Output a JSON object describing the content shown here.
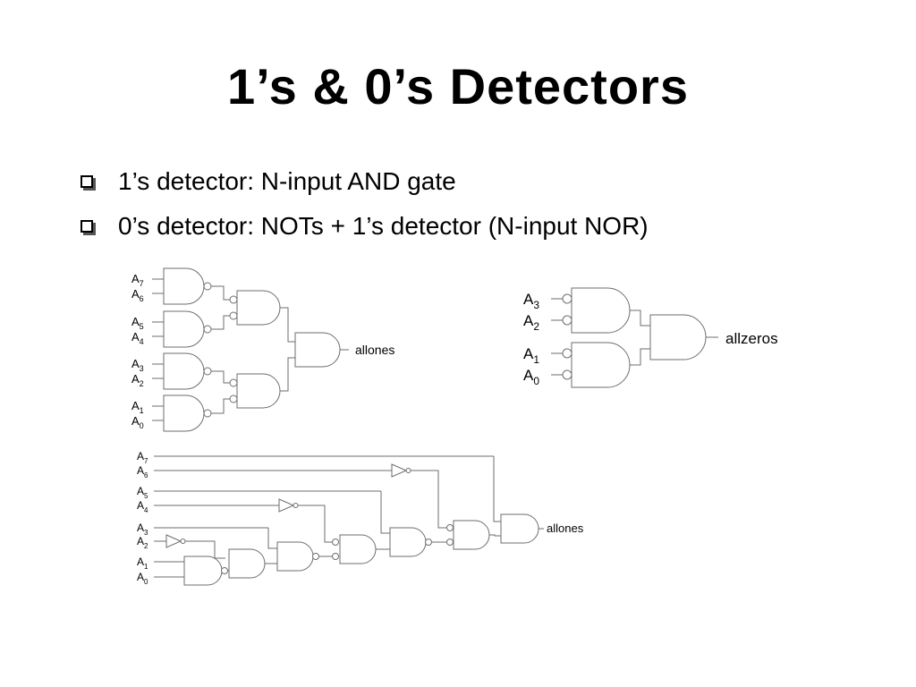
{
  "slide": {
    "title": "1’s & 0’s Detectors",
    "bullets": [
      "1’s detector: N-input AND gate",
      "0’s detector: NOTs + 1’s detector (N-input NOR)"
    ]
  },
  "icons": {
    "bullet": "hollow-square-bullet-icon"
  },
  "diagrams": {
    "tree": {
      "input_pairs": [
        [
          "A",
          "7",
          "A",
          "6"
        ],
        [
          "A",
          "5",
          "A",
          "4"
        ],
        [
          "A",
          "3",
          "A",
          "2"
        ],
        [
          "A",
          "1",
          "A",
          "0"
        ]
      ],
      "output": "allones"
    },
    "zeros": {
      "input_pairs": [
        [
          "A",
          "3",
          "A",
          "2"
        ],
        [
          "A",
          "1",
          "A",
          "0"
        ]
      ],
      "output": "allzeros"
    },
    "chain": {
      "inputs": [
        [
          "A",
          "7"
        ],
        [
          "A",
          "6"
        ],
        [
          "A",
          "5"
        ],
        [
          "A",
          "4"
        ],
        [
          "A",
          "3"
        ],
        [
          "A",
          "2"
        ],
        [
          "A",
          "1"
        ],
        [
          "A",
          "0"
        ]
      ],
      "output": "allones"
    }
  }
}
